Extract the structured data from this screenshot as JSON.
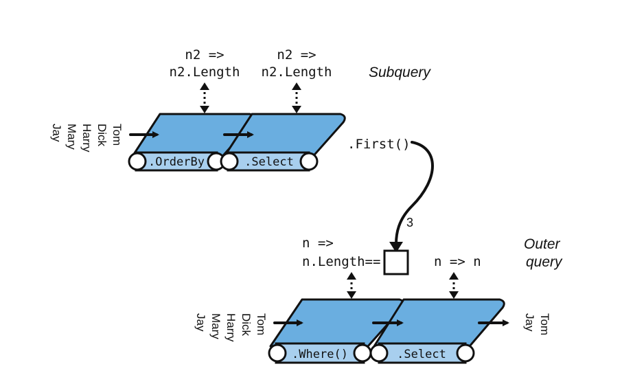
{
  "subquery": {
    "label": "Subquery",
    "input_names": [
      "Tom",
      "Dick",
      "Harry",
      "Mary",
      "Jay"
    ],
    "ops": [
      {
        "name": ".OrderBy",
        "lambda_1": "n2 =>",
        "lambda_2": "n2.Length"
      },
      {
        "name": ".Select",
        "lambda_1": "n2 =>",
        "lambda_2": "n2.Length"
      }
    ],
    "terminal": ".First()"
  },
  "result_value": "3",
  "outer": {
    "label_1": "Outer",
    "label_2": "query",
    "input_names": [
      "Tom",
      "Dick",
      "Harry",
      "Mary",
      "Jay"
    ],
    "ops": [
      {
        "name": ".Where()",
        "lambda_1": "n =>",
        "lambda_2": "n.Length=="
      },
      {
        "name": ".Select",
        "lambda_1": "n => n"
      }
    ],
    "output_names": [
      "Tom",
      "Jay"
    ]
  }
}
